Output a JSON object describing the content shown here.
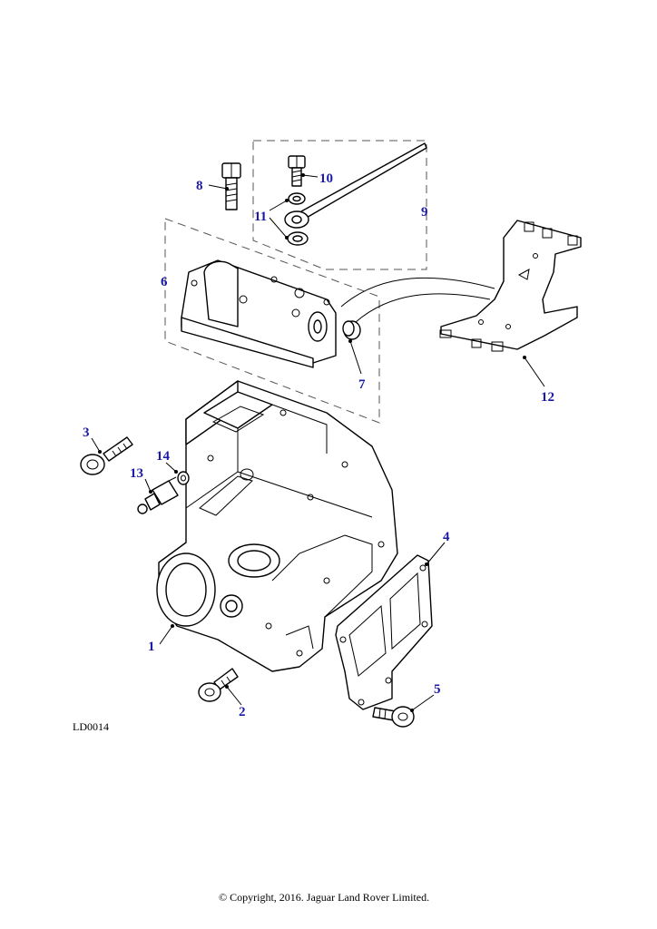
{
  "callout_color": "#1a1aa6",
  "callouts": {
    "c1": "1",
    "c2": "2",
    "c3": "3",
    "c4": "4",
    "c5": "5",
    "c6": "6",
    "c7": "7",
    "c8": "8",
    "c9": "9",
    "c10": "10",
    "c11": "11",
    "c12": "12",
    "c13": "13",
    "c14": "14"
  },
  "diagram_ref": "LD0014",
  "copyright": "© Copyright, 2016. Jaguar Land Rover Limited."
}
